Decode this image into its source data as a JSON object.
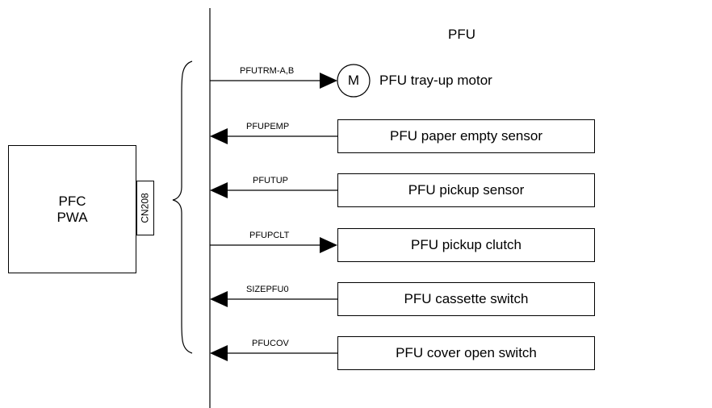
{
  "pfc_board": {
    "line1": "PFC",
    "line2": "PWA",
    "connector": "CN208"
  },
  "pfu_title": "PFU",
  "signals": [
    {
      "name": "PFUTRM-A,B",
      "direction": "out",
      "component": "PFU tray-up motor",
      "symbol": "M"
    },
    {
      "name": "PFUPEMP",
      "direction": "in",
      "component": "PFU paper empty sensor"
    },
    {
      "name": "PFUTUP",
      "direction": "in",
      "component": "PFU pickup sensor"
    },
    {
      "name": "PFUPCLT",
      "direction": "out",
      "component": "PFU pickup clutch"
    },
    {
      "name": "SIZEPFU0",
      "direction": "in",
      "component": "PFU cassette switch"
    },
    {
      "name": "PFUCOV",
      "direction": "in",
      "component": "PFU cover open switch"
    }
  ]
}
